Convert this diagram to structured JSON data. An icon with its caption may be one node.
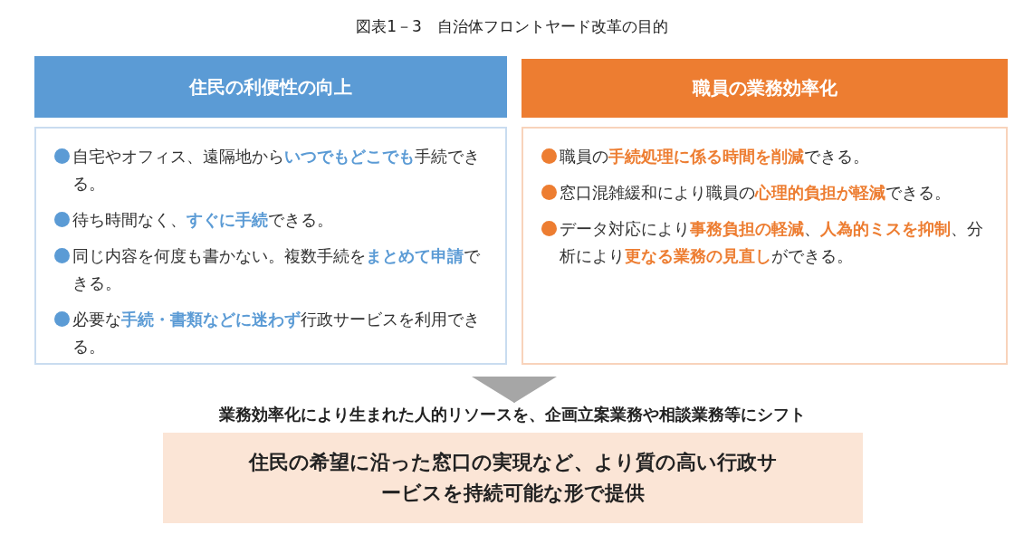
{
  "diagram": {
    "title": "図表1－3　自治体フロントヤード改革の目的",
    "nodes": [
      {
        "text": [
          "住民の利便性の向上"
        ]
      },
      {
        "text": [
          "自宅やオフィス、遠隔地から**いつでもどこでも**手続できる。",
          "待ち時間なく、**すぐに手続**できる。",
          "同じ内容を何度も書かない。複数手続を**まとめて申請**できる。",
          "必要な**手続・書類などに迷わず**行政サービスを利用できる。"
        ]
      },
      {
        "text": [
          "職員の業務効率化"
        ]
      },
      {
        "text": [
          "職員の**手続処理に係る時間を削減**できる。",
          "窓口混雑緩和により職員の**心理的負担が軽減**できる。",
          "データ対応により**事務負担の軽減**、**人為的ミスを抑制**、分析により**更なる業務の見直し**ができる。"
        ]
      },
      {
        "text": [
          "住民の希望に沿った窓口の実現など、より質の高い行政サービスを持続可能な形で提供"
        ]
      },
      {
        "text": [
          "業務効率化により生まれた人的リソースを、企画立案業務や相談業務等にシフト"
        ]
      }
    ],
    "edges": [
      {
        "from": null,
        "to": 5,
        "arrow": "to"
      }
    ]
  }
}
